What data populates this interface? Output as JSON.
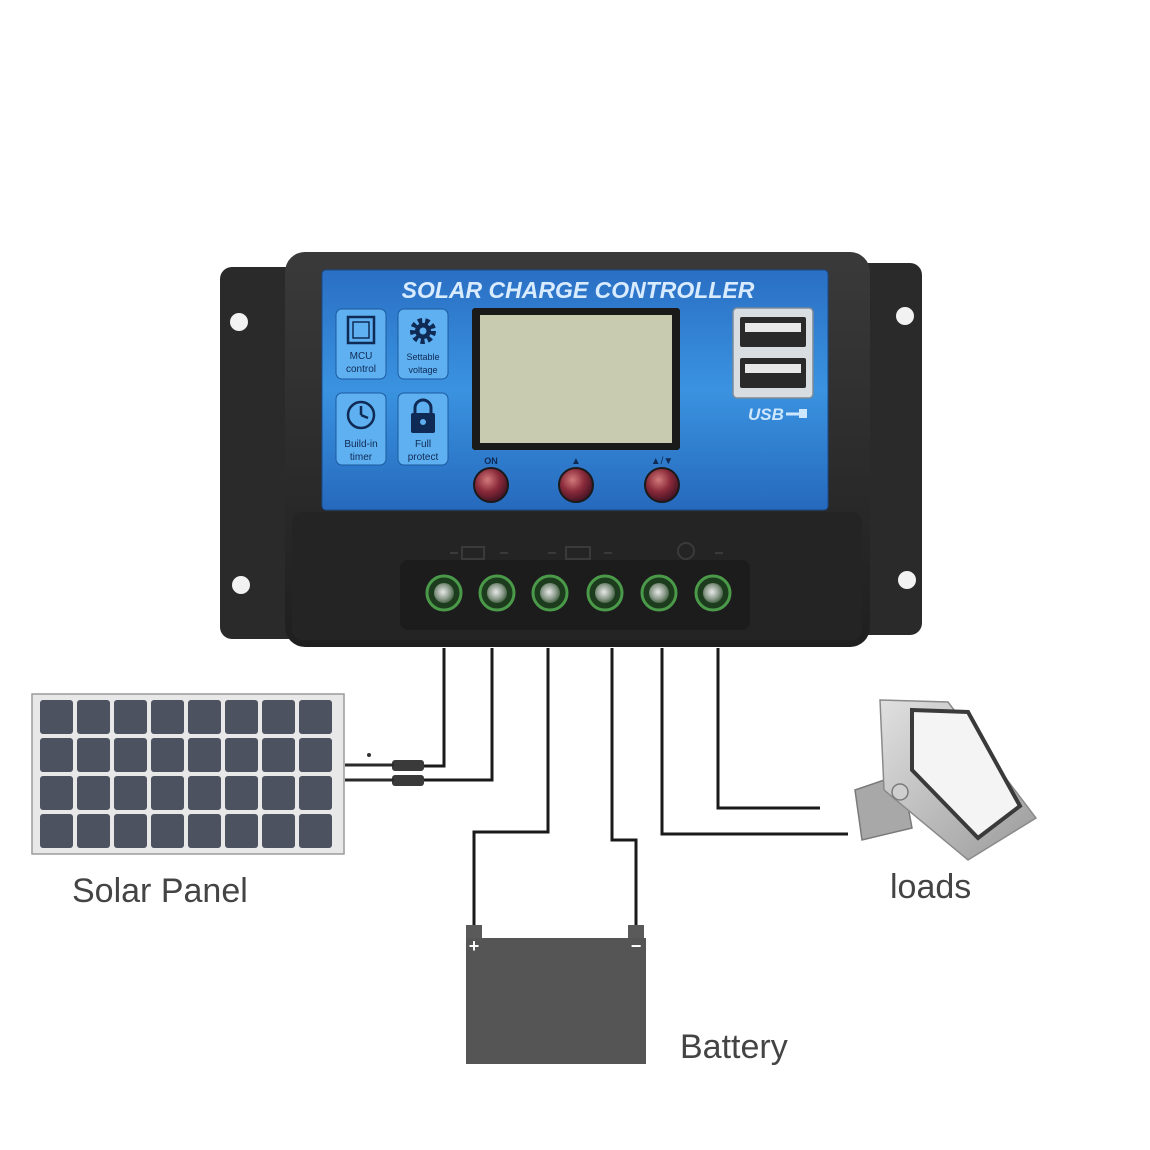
{
  "controller": {
    "title": "SOLAR CHARGE CONTROLLER",
    "features": [
      {
        "icon": "mcu-chip-icon",
        "line1": "MCU",
        "line2": "control"
      },
      {
        "icon": "gear-icon",
        "line1": "Settable",
        "line2": "voltage"
      },
      {
        "icon": "clock-icon",
        "line1": "Build-in",
        "line2": "timer"
      },
      {
        "icon": "lock-icon",
        "line1": "Full",
        "line2": "protect"
      }
    ],
    "usb_label": "USB",
    "buttons": [
      "ON",
      "▲",
      "▲/▼"
    ],
    "terminal_count": 6,
    "colors": {
      "panel_blue": "#2f86d6",
      "body": "#2b2b2b",
      "lcd": "#c9cbb0"
    }
  },
  "labels": {
    "solar_panel": "Solar Panel",
    "battery": "Battery",
    "loads": "loads",
    "battery_plus": "+",
    "battery_minus": "−"
  }
}
